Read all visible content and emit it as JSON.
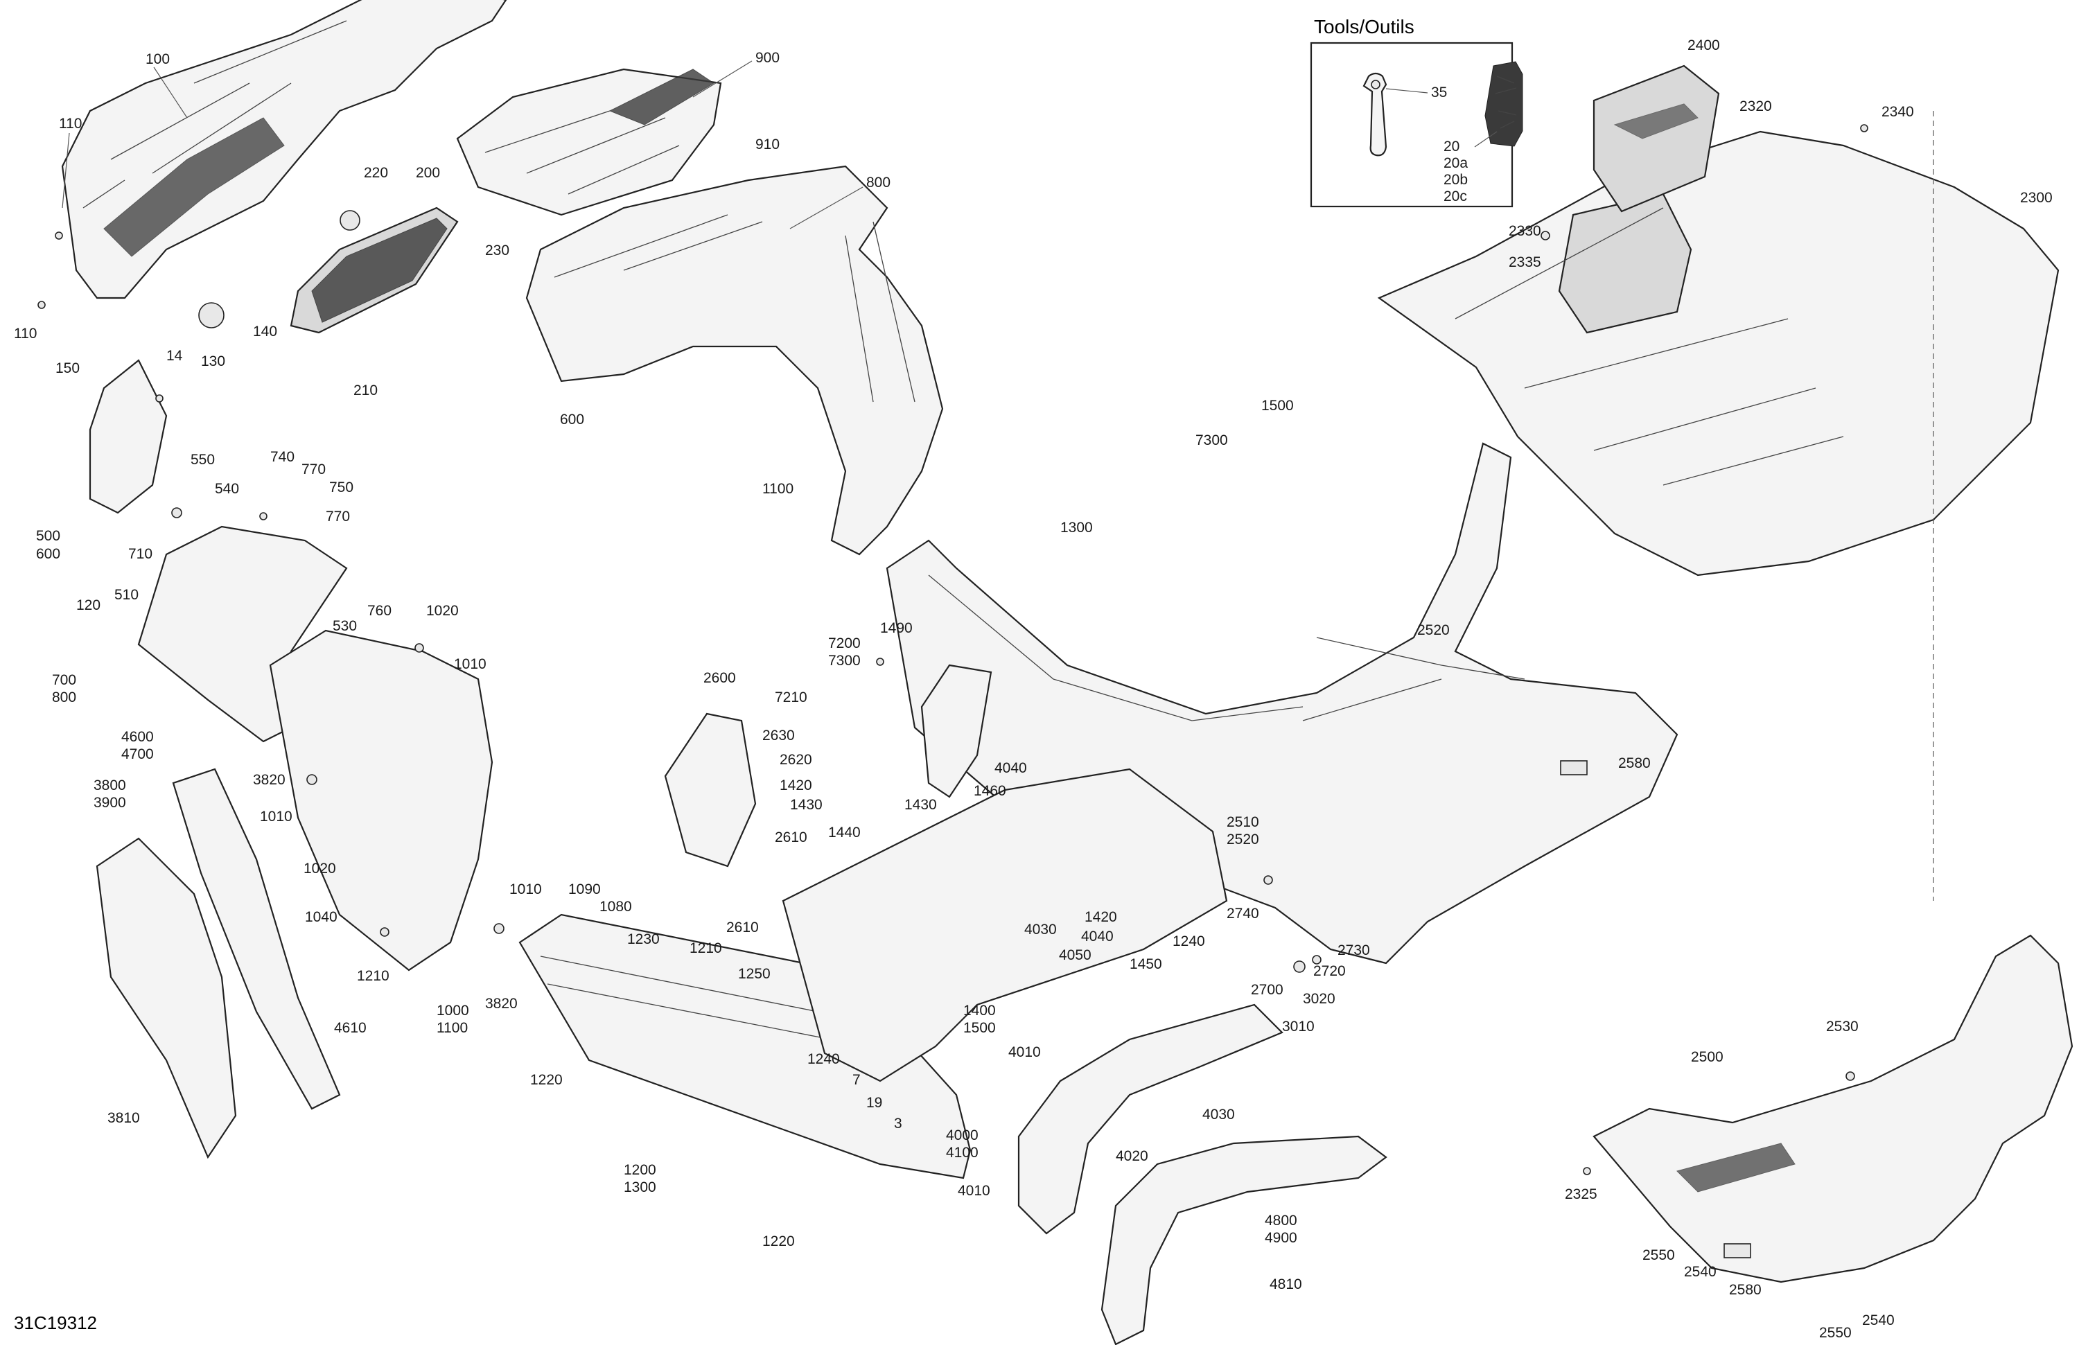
{
  "diagram_code": "31C19312",
  "tools_box": {
    "title": "Tools/Outils",
    "items": [
      "35",
      "20",
      "20a",
      "20b",
      "20c"
    ]
  },
  "callouts": {
    "p100": "100",
    "p110a": "110",
    "p110b": "110",
    "p150": "150",
    "p130": "130",
    "p140": "140",
    "p220": "220",
    "p200": "200",
    "p230": "230",
    "p210": "210",
    "p900": "900",
    "p910": "910",
    "p800": "800",
    "p600": "600",
    "p14": "14",
    "p500": "500",
    "p600b": "600",
    "p550": "550",
    "p540": "540",
    "p740": "740",
    "p770a": "770",
    "p750": "750",
    "p770b": "770",
    "p710": "710",
    "p760": "760",
    "p510": "510",
    "p120": "120",
    "p700": "700",
    "p800b": "800",
    "p530": "530",
    "p1020a": "1020",
    "p1010a": "1010",
    "p1100": "1100",
    "p1300": "1300",
    "p1500": "1500",
    "p7300": "7300",
    "p2400": "2400",
    "p2320": "2320",
    "p2340": "2340",
    "p2300": "2300",
    "p2330": "2330",
    "p2335": "2335",
    "p4600": "4600",
    "p4700": "4700",
    "p3800": "3800",
    "p3900": "3900",
    "p3820a": "3820",
    "p1010b": "1010",
    "p1020b": "1020",
    "p1040": "1040",
    "p1210a": "1210",
    "p4610": "4610",
    "p3810": "3810",
    "p1000": "1000",
    "p1100b": "1100",
    "p1010c": "1010",
    "p1090": "1090",
    "p1080": "1080",
    "p3820b": "3820",
    "p1230": "1230",
    "p1210b": "1210",
    "p1250": "1250",
    "p1220a": "1220",
    "p1240a": "1240",
    "p1200": "1200",
    "p1300b": "1300",
    "p1220b": "1220",
    "p2600": "2600",
    "p2630": "2630",
    "p2620": "2620",
    "p2610a": "2610",
    "p2610b": "2610",
    "p1490": "1490",
    "p7200": "7200",
    "p7300b": "7300",
    "p7210": "7210",
    "p1420a": "1420",
    "p1430a": "1430",
    "p1440": "1440",
    "p1430b": "1430",
    "p1460": "1460",
    "p4040a": "4040",
    "p4030a": "4030",
    "p4050": "4050",
    "p4040b": "4040",
    "p1420b": "1420",
    "p1450": "1450",
    "p1240b": "1240",
    "p1400": "1400",
    "p1500b": "1500",
    "p7": "7",
    "p19": "19",
    "p3": "3",
    "p2510": "2510",
    "p2520a": "2520",
    "p2740": "2740",
    "p2730": "2730",
    "p2720": "2720",
    "p2700": "2700",
    "p3020": "3020",
    "p3010": "3010",
    "p2520b": "2520",
    "p2580a": "2580",
    "p4010a": "4010",
    "p4030b": "4030",
    "p4000": "4000",
    "p4100": "4100",
    "p4020": "4020",
    "p4010b": "4010",
    "p4800": "4800",
    "p4900": "4900",
    "p4810": "4810",
    "p2500": "2500",
    "p2530": "2530",
    "p2325": "2325",
    "p2550a": "2550",
    "p2540a": "2540",
    "p2580b": "2580",
    "p2550b": "2550",
    "p2540b": "2540"
  }
}
